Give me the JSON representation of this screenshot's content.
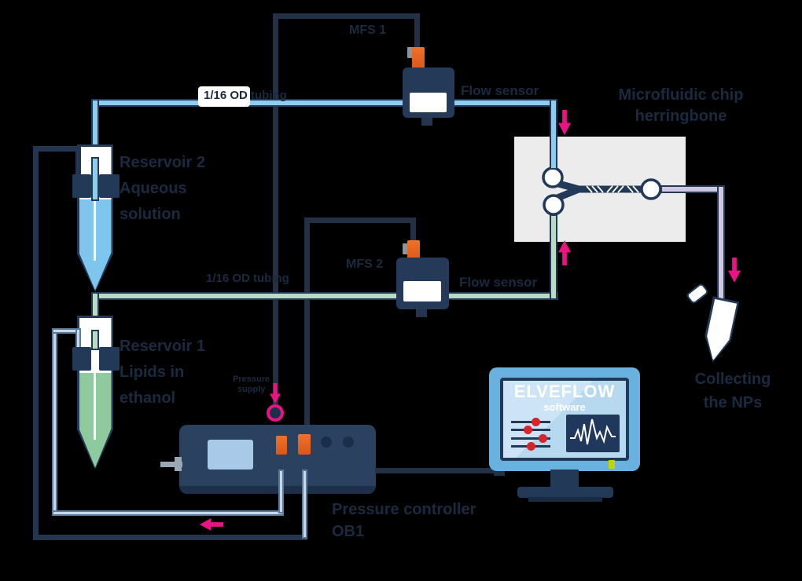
{
  "diagram": {
    "reservoir2": {
      "line1": "Reservoir 2",
      "line2": "Aqueous",
      "line3": "solution"
    },
    "reservoir1": {
      "line1": "Reservoir 1",
      "line2": "Lipids in",
      "line3": "ethanol"
    },
    "sensor_top": {
      "cable_label": "MFS 1",
      "label": "Flow sensor"
    },
    "sensor_bottom": {
      "cable_label": "MFS 2",
      "label": "Flow sensor"
    },
    "tubing_label_top": "1/16 OD tubing",
    "tubing_label_bottom": "1/16 OD tubing",
    "chip": {
      "line1": "Microfluidic chip",
      "line2": "herringbone"
    },
    "supply": {
      "line1": "Pressure",
      "line2": "supply"
    },
    "controller": {
      "line1": "Pressure controller",
      "line2": "OB1"
    },
    "collection": {
      "line1": "Collecting",
      "line2": "the NPs"
    },
    "monitor": {
      "title": "ELVEFLOW",
      "subtitle": "software"
    }
  },
  "colors": {
    "background": "#000000",
    "text": "#1c2a3f",
    "navy": "#223a57",
    "equipment_navy": "#2a4160",
    "accent_pink": "#ea1284",
    "orange_connector": "#e8601d",
    "blue_tube": "#8ecdf0",
    "green_tube": "#b7dcc2",
    "lavender_tube": "#cfc6e2",
    "steel_tube": "#c7d8ea",
    "red_slider_dot": "#d8232a",
    "led_green": "#c3d400",
    "chip_plate": "#ececec",
    "screen_blue": "#b7d9f0"
  }
}
